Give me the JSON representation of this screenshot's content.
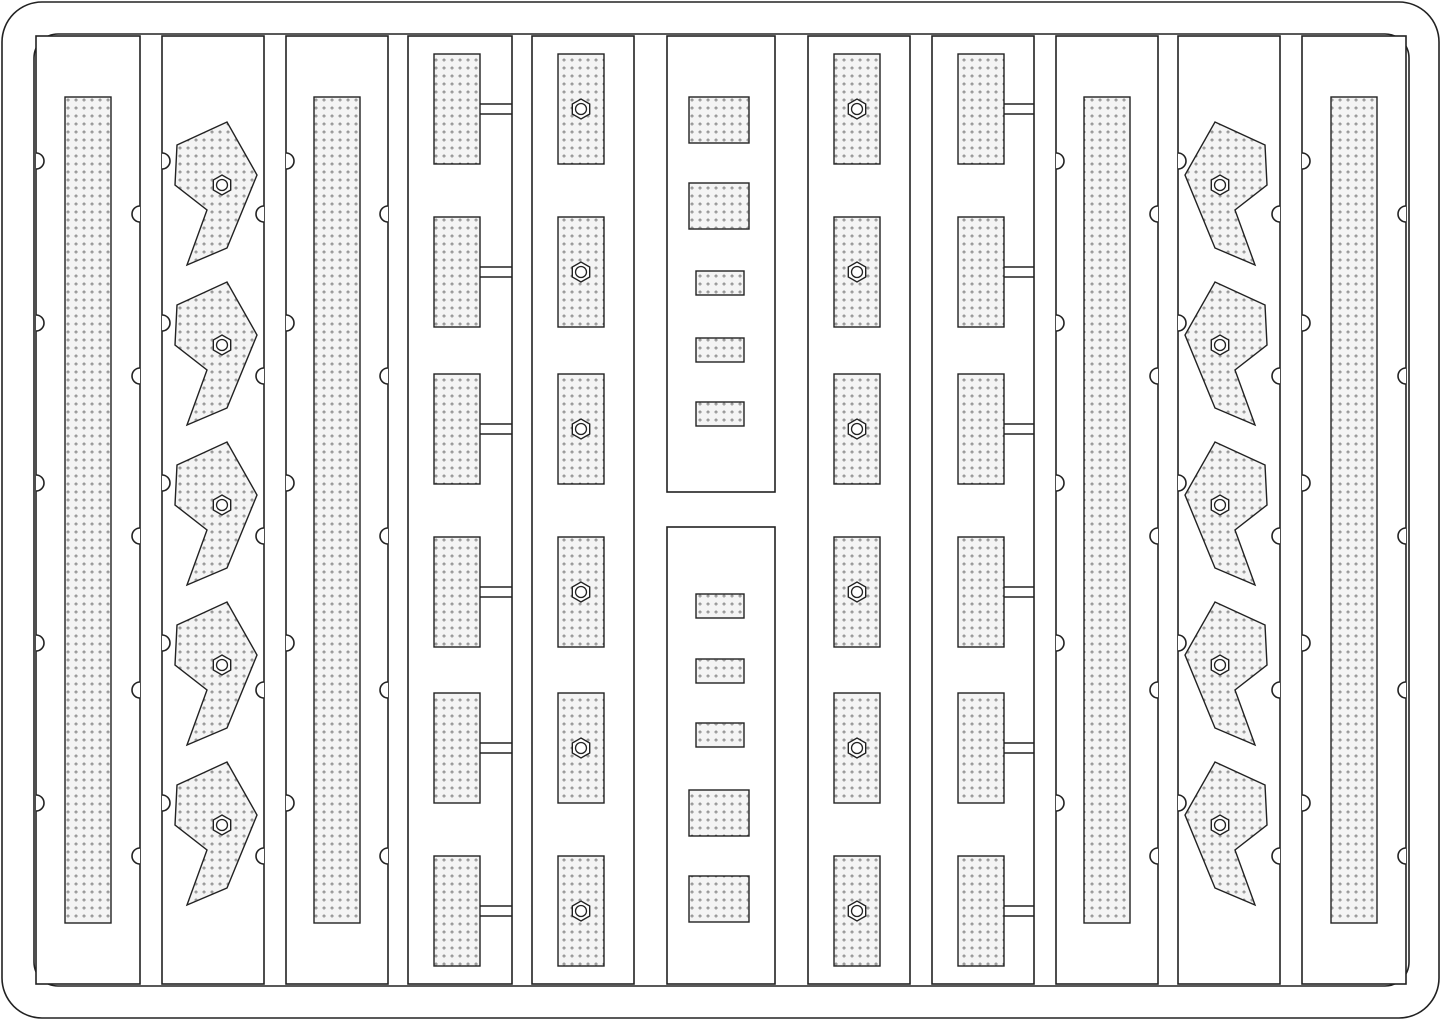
{
  "diagram": {
    "kind": "photo-etch fret layout",
    "text_labels": [],
    "colors": {
      "outline": "#222222",
      "part_fill": "#f4f4f4",
      "dot": "#555555",
      "background": "#ffffff"
    },
    "columns": [
      {
        "name": "column-1",
        "part": "long-strip",
        "count": 1
      },
      {
        "name": "column-2",
        "part": "angled-bracket-with-nut",
        "count": 5
      },
      {
        "name": "column-3",
        "part": "long-strip",
        "count": 1
      },
      {
        "name": "column-4",
        "part": "rectangular-plate",
        "count": 6
      },
      {
        "name": "column-5",
        "part": "plate-with-nut",
        "count": 6
      },
      {
        "name": "column-6",
        "part": "small-parts-group",
        "count": 10
      },
      {
        "name": "column-7",
        "part": "plate-with-nut",
        "count": 6
      },
      {
        "name": "column-8",
        "part": "rectangular-plate",
        "count": 6
      },
      {
        "name": "column-9",
        "part": "long-strip",
        "count": 1
      },
      {
        "name": "column-10",
        "part": "angled-bracket-with-nut",
        "count": 5
      },
      {
        "name": "column-11",
        "part": "long-strip",
        "count": 1
      }
    ]
  }
}
